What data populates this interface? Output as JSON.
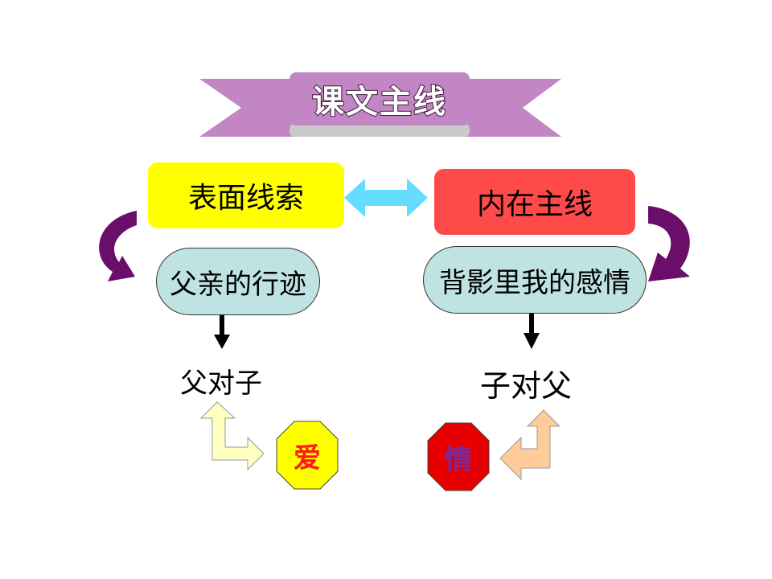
{
  "banner": {
    "title": "课文主线",
    "ribbon_color": "#c386c5",
    "title_fill": "#ffffff"
  },
  "left": {
    "header": "表面线索",
    "header_color": "#ffff00",
    "pill": "父亲的行迹",
    "pill_color": "#bfe3e3",
    "relation": "父对子",
    "seal": "爱",
    "seal_color": "#ffff00",
    "seal_text_color": "#ff1a1a",
    "turn_arrow_color": "#ffffc0"
  },
  "right": {
    "header": "内在主线",
    "header_color": "#ff4a4a",
    "pill": "背影里我的感情",
    "pill_color": "#bfe3e3",
    "relation": "子对父",
    "seal": "情",
    "seal_color": "#e60000",
    "seal_text_color": "#7a2aa0",
    "turn_arrow_color": "#ffcc99"
  },
  "connector": {
    "double_arrow_color": "#66ddff",
    "curved_arrow_color": "#6a0e6a"
  },
  "icons": [
    "ribbon-banner",
    "double-arrow-icon",
    "curved-arrow-icon",
    "down-arrow-icon",
    "turn-arrow-icon",
    "octagon-seal"
  ]
}
